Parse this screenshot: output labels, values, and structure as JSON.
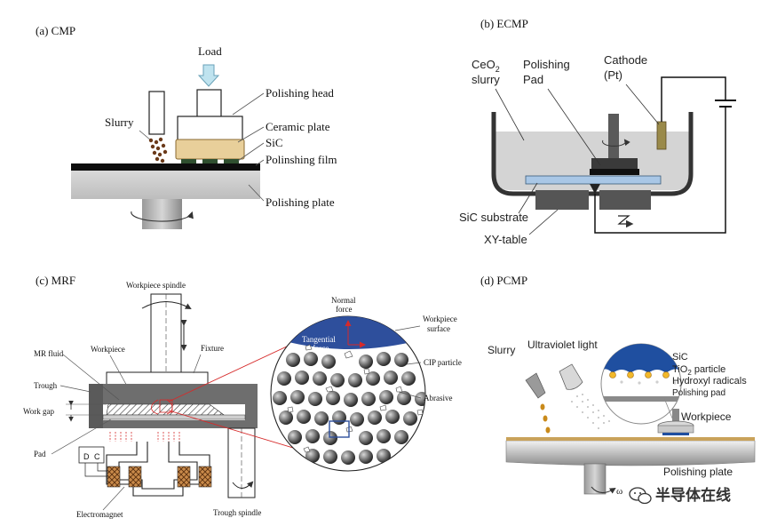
{
  "panels": {
    "cmp": {
      "title": "(a) CMP",
      "labels": {
        "load": "Load",
        "slurry": "Slurry",
        "polishing_head": "Polishing head",
        "ceramic_plate": "Ceramic plate",
        "sic": "SiC",
        "polishing_film": "Polinshing film",
        "polishing_plate": "Polishing plate"
      }
    },
    "ecmp": {
      "title": "(b) ECMP",
      "labels": {
        "ceo2_line1": "CeO",
        "ceo2_sub": "2",
        "ceo2_line2": "slurry",
        "pad_line1": "Polishing",
        "pad_line2": "Pad",
        "cathode_line1": "Cathode",
        "cathode_line2": "(Pt)",
        "sic_substrate": "SiC substrate",
        "xy_table": "XY-table"
      }
    },
    "mrf": {
      "title": "(c) MRF",
      "labels": {
        "workpiece_spindle": "Workpiece spindle",
        "workpiece": "Workpiece",
        "fixture": "Fixture",
        "mr_fluid": "MR fluid",
        "trough": "Trough",
        "work_gap": "Work gap",
        "pad": "Pad",
        "dc_d": "D",
        "dc_c": "C",
        "electromagnet": "Electromagnet",
        "trough_spindle": "Trough spindle",
        "normal_force_1": "Normal",
        "normal_force_2": "force",
        "tangential_1": "Tangential",
        "tangential_2": "force",
        "workpiece_surface_1": "Workpiece",
        "workpiece_surface_2": "surface",
        "cip_particle": "CIP particle",
        "abrasive": "Abrasive"
      }
    },
    "pcmp": {
      "title": "(d) PCMP",
      "labels": {
        "slurry": "Slurry",
        "uv_light": "Ultraviolet light",
        "sic": "SiC",
        "tio2": "TiO",
        "tio2_sub": "2",
        "tio2_rest": " particle",
        "hydroxyl": "Hydroxyl radicals",
        "polishing_pad": "Polishing pad",
        "workpiece": "Workpiece",
        "polishing_plate": "Polishing plate",
        "omega": "ω"
      }
    }
  },
  "watermark": {
    "text": "半导体在线"
  },
  "colors": {
    "ceramic": "#e8cf9a",
    "sic_green": "#2f4f2f",
    "slurry_brown": "#6b3a1a",
    "ecmp_liquid": "#d4d4d4",
    "ecmp_substrate": "#a9c7e6",
    "mrf_workpiece": "#2e4f9c",
    "pcmp_plate": "#c9a25a",
    "pcmp_sic": "#1f4fa0",
    "red_line": "#d62a2a"
  }
}
